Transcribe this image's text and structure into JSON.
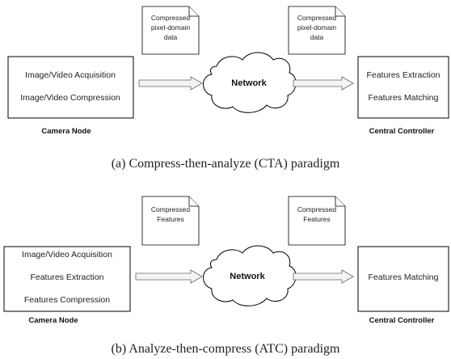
{
  "cta": {
    "camera_box": [
      "Image/Video Acquisition",
      "Image/Video Compression"
    ],
    "camera_label": "Camera Node",
    "note_left": [
      "Compressed",
      "pixel-domain",
      "data"
    ],
    "note_right": [
      "Compressed",
      "pixel-domain",
      "data"
    ],
    "network_label": "Network",
    "controller_box": [
      "Features Extraction",
      "Features Matching"
    ],
    "controller_label": "Central Controller",
    "caption": "(a)  Compress-then-analyze (CTA) paradigm"
  },
  "atc": {
    "camera_box": [
      "Image/Video Acquisition",
      "Features Extraction",
      "Features Compression"
    ],
    "camera_label": "Camera Node",
    "note_left": [
      "Compressed",
      "Features"
    ],
    "note_right": [
      "Compressed",
      "Features"
    ],
    "network_label": "Network",
    "controller_box": [
      "Features Matching"
    ],
    "controller_label": "Central Controller",
    "caption": "(b)  Analyze-then-compress (ATC) paradigm"
  }
}
